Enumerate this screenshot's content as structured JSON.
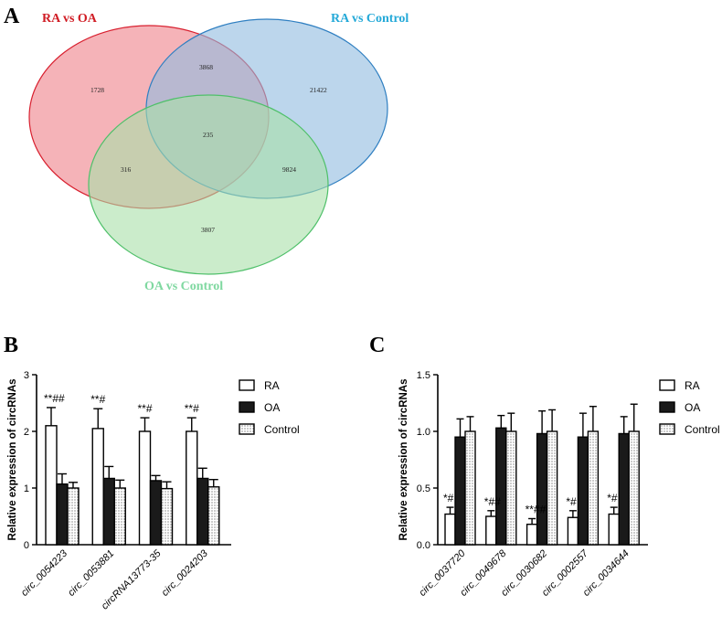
{
  "panels": {
    "A": "A",
    "B": "B",
    "C": "C"
  },
  "colors": {
    "ra_vs_oa_fill": "#ee8188",
    "ra_vs_oa_stroke": "#d8202f",
    "ra_vs_oa_title": "#d01c24",
    "ra_vs_control_fill": "#8fbbe0",
    "ra_vs_control_stroke": "#2f7fc1",
    "ra_vs_control_title": "#24a9d8",
    "oa_vs_control_fill": "#a9dfa9",
    "oa_vs_control_stroke": "#4fc06a",
    "oa_vs_control_title": "#7fd8a0",
    "bar_ra": "#ffffff",
    "bar_oa": "#1a1a1a",
    "bar_control": "#ffffff",
    "axis": "#000000"
  },
  "chart_data": [
    {
      "type": "venn",
      "sets": [
        "RA vs OA",
        "RA vs Control",
        "OA vs Control"
      ],
      "regions": {
        "RA vs OA only": 1728,
        "RA vs Control only": 21422,
        "OA vs Control only": 3807,
        "RA vs OA & RA vs Control": 3868,
        "RA vs OA & OA vs Control": 316,
        "RA vs Control & OA vs Control": 9824,
        "all three": 235
      },
      "labels": {
        "ra_oa": "1728",
        "ra_ctrl": "21422",
        "oa_ctrl": "3807",
        "ra_oa__ra_ctrl": "3868",
        "ra_oa__oa_ctrl": "316",
        "ra_ctrl__oa_ctrl": "9824",
        "all": "235"
      }
    },
    {
      "type": "bar",
      "panel": "B",
      "ylabel": "Relative expression of circRNAs",
      "ylim": [
        0,
        3
      ],
      "yticks": [
        "0",
        "1",
        "2",
        "3"
      ],
      "categories": [
        "circ_0054223",
        "circ_0053881",
        "circRNA13773-35",
        "circ_0024203"
      ],
      "series": [
        {
          "name": "RA",
          "values": [
            2.1,
            2.05,
            2.0,
            2.0
          ],
          "errors": [
            0.32,
            0.35,
            0.24,
            0.24
          ]
        },
        {
          "name": "OA",
          "values": [
            1.07,
            1.17,
            1.13,
            1.17
          ],
          "errors": [
            0.18,
            0.21,
            0.09,
            0.18
          ]
        },
        {
          "name": "Control",
          "values": [
            1.0,
            1.0,
            0.99,
            1.02
          ],
          "errors": [
            0.1,
            0.14,
            0.12,
            0.13
          ]
        }
      ],
      "annotations": [
        "**##",
        "**#",
        "**#",
        "**#"
      ],
      "legend": "right"
    },
    {
      "type": "bar",
      "panel": "C",
      "ylabel": "Relative expression of circRNAs",
      "ylim": [
        0,
        1.5
      ],
      "yticks": [
        "0.0",
        "0.5",
        "1.0",
        "1.5"
      ],
      "categories": [
        "circ_0037720",
        "circ_0049678",
        "circ_0030682",
        "circ_0002557",
        "circ_0034644"
      ],
      "series": [
        {
          "name": "RA",
          "values": [
            0.27,
            0.25,
            0.18,
            0.24,
            0.27
          ],
          "errors": [
            0.06,
            0.05,
            0.05,
            0.06,
            0.06
          ]
        },
        {
          "name": "OA",
          "values": [
            0.95,
            1.03,
            0.98,
            0.95,
            0.98
          ],
          "errors": [
            0.16,
            0.11,
            0.2,
            0.21,
            0.15
          ]
        },
        {
          "name": "Control",
          "values": [
            1.0,
            1.0,
            1.0,
            1.0,
            1.0
          ],
          "errors": [
            0.13,
            0.16,
            0.19,
            0.22,
            0.24
          ]
        }
      ],
      "annotations": [
        "*#",
        "*##",
        "**##",
        "*#",
        "*#"
      ],
      "legend": "right"
    }
  ]
}
